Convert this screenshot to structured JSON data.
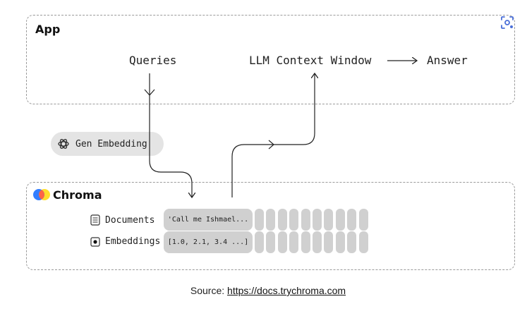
{
  "app": {
    "title": "App",
    "nodes": {
      "queries": "Queries",
      "llm_context_window": "LLM Context Window",
      "answer": "Answer"
    }
  },
  "embedding_step": {
    "label": "Gen Embedding",
    "icon": "openai-icon"
  },
  "chroma": {
    "title": "Chroma",
    "logo": "chroma-logo",
    "rows": {
      "documents": {
        "label": "Documents",
        "icon": "document-icon",
        "first_cell": "'Call me Ishmael..."
      },
      "embeddings": {
        "label": "Embeddings",
        "icon": "embedding-icon",
        "first_cell": "[1.0, 2.1, 3.4 ...]"
      }
    }
  },
  "footer": {
    "prefix": "Source: ",
    "link_text": "https://docs.trychroma.com"
  },
  "colors": {
    "cell_fill": "#d0d0d0",
    "pill_fill": "#e4e4e4",
    "border": "#9a9a9a",
    "chroma_logo_colors": [
      "#327eff",
      "#ff6446",
      "#ffde2d"
    ],
    "lens_icon": "#4a6fd8"
  }
}
